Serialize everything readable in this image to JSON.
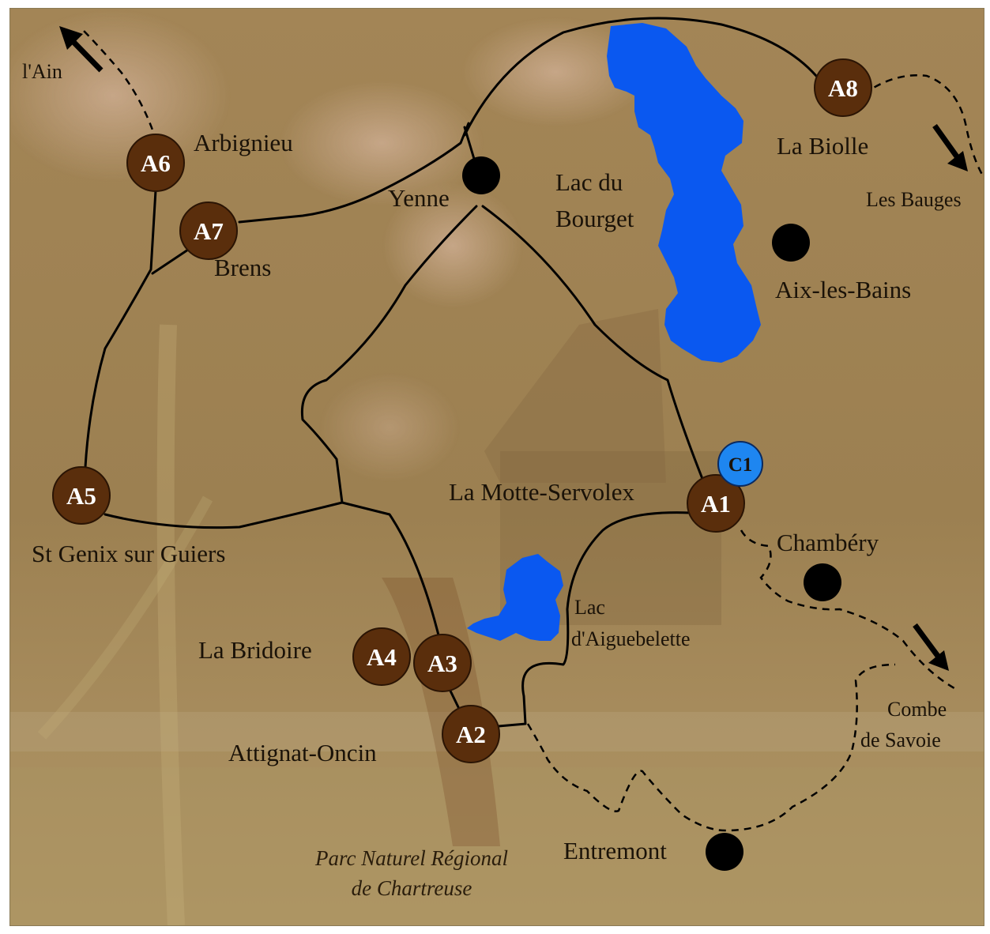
{
  "map": {
    "lakes": {
      "bourget_line1": "Lac du",
      "bourget_line2": "Bourget",
      "aiguebelette_line1": "Lac",
      "aiguebelette_line2": "d'Aiguebelette"
    },
    "stages": [
      {
        "code": "A1",
        "town": "La Motte-Servolex"
      },
      {
        "code": "A2",
        "town": "Attignat-Oncin"
      },
      {
        "code": "A3",
        "town": ""
      },
      {
        "code": "A4",
        "town": "La Bridoire"
      },
      {
        "code": "A5",
        "town": "St Genix sur Guiers"
      },
      {
        "code": "A6",
        "town": "Arbignieu"
      },
      {
        "code": "A7",
        "town": "Brens"
      },
      {
        "code": "A8",
        "town": "La Biolle"
      }
    ],
    "marker_c1": "C1",
    "towns": {
      "yenne": "Yenne",
      "aix": "Aix-les-Bains",
      "chambery": "Chambéry",
      "entremont": "Entremont"
    },
    "directions": {
      "ain": "l'Ain",
      "bauges": "Les Bauges",
      "combe_line1": "Combe",
      "combe_line2": "de Savoie"
    },
    "park": {
      "line1": "Parc Naturel Régional",
      "line2": "de Chartreuse"
    },
    "colors": {
      "lake": "#0a58f0",
      "stage_marker": "#5a2e0c",
      "c_marker": "#1e86f0",
      "background": "#a8895a",
      "road": "#000000"
    }
  }
}
